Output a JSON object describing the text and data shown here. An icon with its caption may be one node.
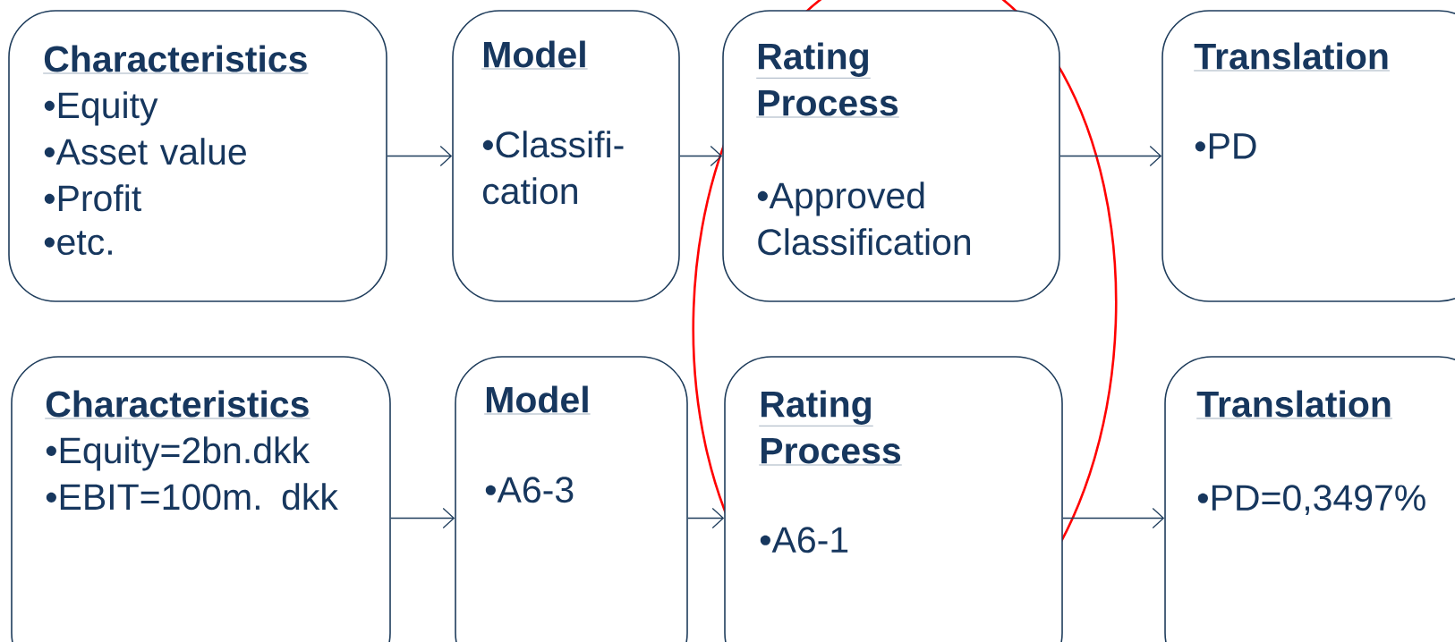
{
  "diagram": {
    "nodes": [
      {
        "text": [
          "Characteristics",
          "•Equity",
          "•Asset value",
          "•Profit",
          "•etc."
        ]
      },
      {
        "text": [
          "Model",
          "•Classifi-cation"
        ]
      },
      {
        "text": [
          "Rating Process",
          "•Approved Classification"
        ]
      },
      {
        "text": [
          "Translation",
          "•PD"
        ]
      },
      {
        "text": [
          "Characteristics",
          "•Equity=2bn.dkk",
          "•EBIT=100m. dkk"
        ]
      },
      {
        "text": [
          "Model",
          "•A6-3"
        ]
      },
      {
        "text": [
          "Rating Process",
          "•A6-1"
        ]
      },
      {
        "text": [
          "Translation",
          "•PD=0,3497%"
        ]
      }
    ],
    "edges": [
      {
        "from": 0,
        "to": 1,
        "arrow": "to"
      },
      {
        "from": 1,
        "to": 2,
        "arrow": "to"
      },
      {
        "from": 2,
        "to": 3,
        "arrow": "to"
      },
      {
        "from": 4,
        "to": 5,
        "arrow": "to"
      },
      {
        "from": 5,
        "to": 6,
        "arrow": "to"
      },
      {
        "from": 6,
        "to": 7,
        "arrow": "to"
      }
    ]
  }
}
